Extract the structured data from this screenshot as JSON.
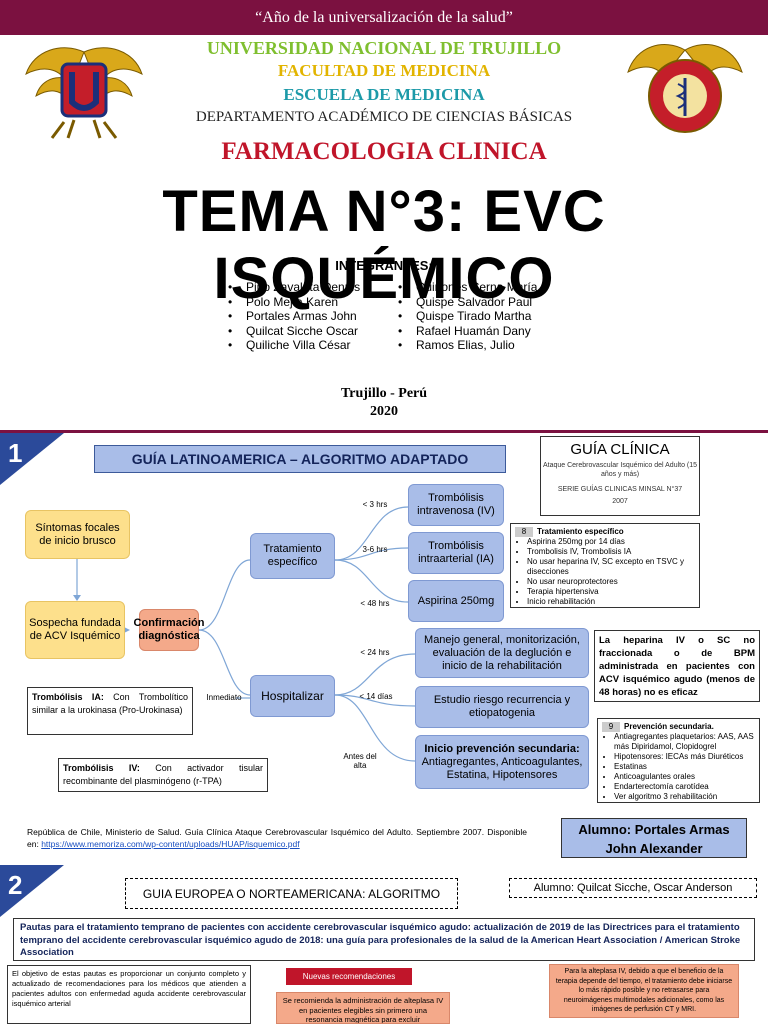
{
  "banner": "“Año de la universalización de la salud”",
  "header": {
    "university": "UNIVERSIDAD NACIONAL DE TRUJILLO",
    "faculty": "FACULTAD DE MEDICINA",
    "school": "ESCUELA DE MEDICINA",
    "department": "DEPARTAMENTO ACADÉMICO DE CIENCIAS BÁSICAS",
    "course": "FARMACOLOGIA CLINICA",
    "title": "TEMA N°3: EVC ISQUÉMICO",
    "members_heading": "INTEGRANTES:",
    "members_left": [
      "Pino Zavaleta Dennis",
      "Polo Mejía Karen",
      "Portales Armas John",
      "Quilcat Sicche Oscar",
      "Quiliche Villa César"
    ],
    "members_right": [
      "Quiñones Cerna María",
      "Quispe Salvador Paul",
      "Quispe Tirado Martha",
      "Rafael Huamán Dany",
      "Ramos Elias, Julio"
    ],
    "city": "Trujillo - Perú",
    "year": "2020"
  },
  "colors": {
    "banner": "#7b1140",
    "university": "#7fbf2f",
    "faculty": "#e2b400",
    "school": "#1c9aa8",
    "course": "#c0152a",
    "section_triangle": "#2b4a9a",
    "box_yellow": "#fde08c",
    "box_salmon": "#f4a98a",
    "box_blue": "#a9bde8"
  },
  "section1": {
    "number": "1",
    "guide_title": "GUÍA LATINOAMERICA – ALGORITMO ADAPTADO",
    "clinical_guide": {
      "heading": "GUÍA CLÍNICA",
      "subtitle": "Ataque Cerebrovascular Isquémico del Adulto (15 años y más)",
      "series": "SERIE GUÍAS CLINICAS MINSAL N°37",
      "year": "2007"
    },
    "flow": {
      "symptoms": "Síntomas focales de inicio brusco",
      "suspicion": "Sospecha fundada de ACV Isquémico",
      "confirmation": "Confirmación diagnóstica",
      "specific": "Tratamiento específico",
      "hospitalize": "Hospitalizar",
      "iv": "Trombólisis intravenosa (IV)",
      "ia": "Trombólisis intraarterial (IA)",
      "aspirin": "Aspirina 250mg",
      "general": "Manejo general, monitorización, evaluación de la deglución e inicio de la rehabilitación",
      "risk": "Estudio riesgo recurrencia y etiopatogenia",
      "prevention_title": "Inicio prevención secundaria:",
      "prevention_body": "Antiagregantes, Anticoagulantes, Estatina, Hipotensores"
    },
    "labels": {
      "lt3": "< 3 hrs",
      "h3_6": "3-6 hrs",
      "lt48": "< 48 hrs",
      "lt24": "< 24 hrs",
      "lt14": "< 14 días",
      "before": "Antes del alta",
      "immediate": "Inmediato"
    },
    "specific_note": {
      "number": "8",
      "title": "Tratamiento específico",
      "items": [
        "Aspirina 250mg por 14 días",
        "Trombolisis IV, Trombolisis IA",
        "No usar heparina IV, SC excepto en TSVC y disecciones",
        "No usar neuroprotectores",
        "Terapia hipertensiva",
        "Inicio rehabilitación"
      ]
    },
    "heparin_note": "La heparina IV o SC no fraccionada o de BPM administrada en pacientes con ACV isquémico agudo (menos de 48 horas) no es eficaz",
    "prevention_note": {
      "number": "9",
      "title": "Prevención secundaria.",
      "items": [
        "Antiagregantes plaquetarios: AAS, AAS más Dipiridamol, Clopidogrel",
        "Hipotensores: IECAs más Diuréticos",
        "Estatinas",
        "Anticoagulantes orales",
        "Endarterectomía carotídea",
        "Ver algoritmo 3 rehabilitación"
      ]
    },
    "ia_note_title": "Trombólisis IA:",
    "ia_note_body": "Con Trombolítico similar a la urokinasa (Pro-Urokinasa)",
    "iv_note_title": "Trombólisis IV:",
    "iv_note_body": "Con activador tisular recombinante del plasminógeno (r-TPA)",
    "reference_text": "República de Chile, Ministerio de Salud. Guía Clínica Ataque Cerebrovascular Isquémico del Adulto. Septiembre 2007. Disponible en:",
    "reference_link": "https://www.memoriza.com/wp-content/uploads/HUAP/isquemico.pdf",
    "student": "Alumno: Portales Armas John Alexander"
  },
  "section2": {
    "number": "2",
    "title": "GUIA EUROPEA O NORTEAMERICANA: ALGORITMO",
    "student": "Alumno: Quilcat Sicche, Oscar Anderson",
    "description": "Pautas para el tratamiento temprano de pacientes con accidente cerebrovascular isquémico agudo: actualización de 2019 de las Directrices para el tratamiento temprano del accidente cerebrovascular isquémico agudo de 2018: una guía para profesionales de la salud de la American Heart Association / American Stroke Association",
    "objective": "El objetivo de estas pautas es proporcionar un conjunto completo y actualizado de recomendaciones para los médicos que atienden a pacientes adultos con enfermedad aguda accidente cerebrovascular isquémico arterial",
    "new_recs": "Nuevas recomendaciones",
    "recommendation": "Se recomienda la administración de alteplasa IV en pacientes elegibles sin primero una resonancia magnética para excluir",
    "alteplase": "Para la alteplasa IV, debido a que el beneficio de la terapia depende del tiempo, el tratamiento debe iniciarse lo más rápido posible y no retrasarse para neuroimágenes multimodales adicionales, como las imágenes de perfusión CT y MRI."
  }
}
